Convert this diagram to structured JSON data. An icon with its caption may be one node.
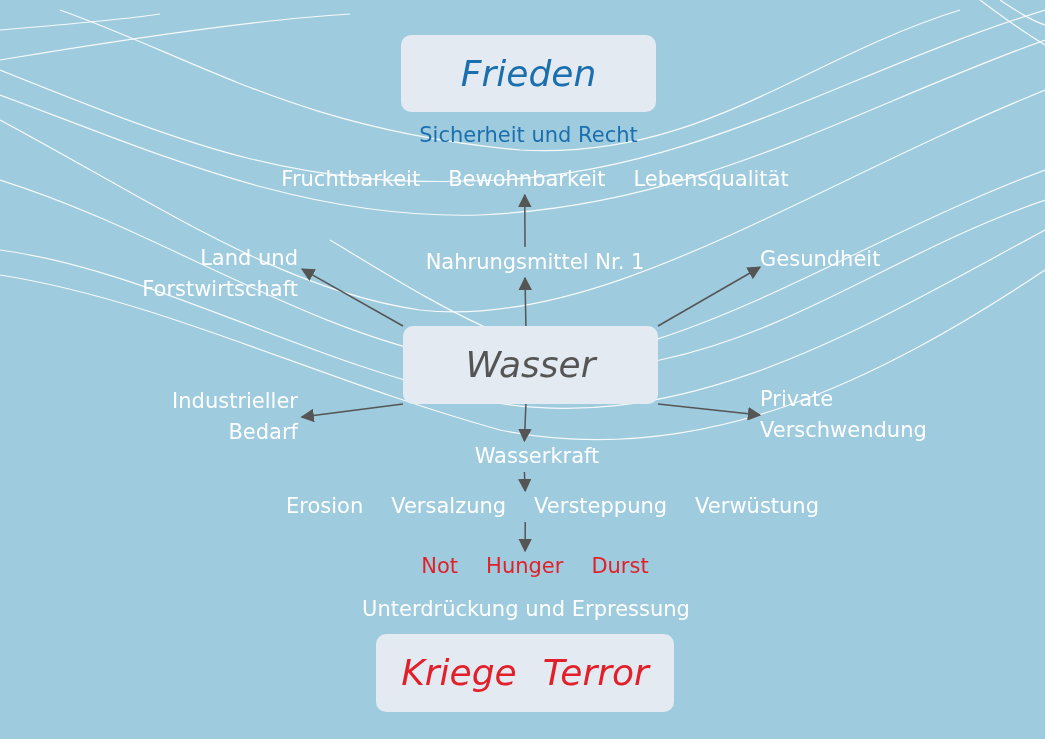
{
  "diagram": {
    "nodes": [
      {
        "text": [
          "Frieden"
        ],
        "beside": [
          "Sicherheit und Recht"
        ]
      },
      {
        "text": [
          "Fruchtbarkeit",
          "Bewohnbarkeit",
          "Lebensqualität"
        ]
      },
      {
        "text": [
          "Land und Forstwirtschaft"
        ]
      },
      {
        "text": [
          "Nahrungsmittel Nr. 1"
        ]
      },
      {
        "text": [
          "Gesundheit"
        ]
      },
      {
        "text": [
          "Wasser"
        ]
      },
      {
        "text": [
          "Industrieller Bedarf"
        ]
      },
      {
        "text": [
          "Private Verschwendung"
        ]
      },
      {
        "text": [
          "Wasserkraft"
        ]
      },
      {
        "text": [
          "Erosion",
          "Versalzung",
          "Versteppung",
          "Verwüstung"
        ]
      },
      {
        "text": [
          "Not",
          "Hunger",
          "Durst"
        ]
      },
      {
        "text": [
          "Kriege",
          "Terror"
        ],
        "beside": [
          "Unterdrückung und Erpressung"
        ]
      }
    ],
    "edges": [
      {
        "from": 5,
        "to": 2,
        "arrow": "to"
      },
      {
        "from": 5,
        "to": 3,
        "arrow": "to"
      },
      {
        "from": 3,
        "to": 1,
        "arrow": "to"
      },
      {
        "from": 5,
        "to": 4,
        "arrow": "to"
      },
      {
        "from": 5,
        "to": 6,
        "arrow": "to"
      },
      {
        "from": 5,
        "to": 7,
        "arrow": "to"
      },
      {
        "from": 5,
        "to": 8,
        "arrow": "to"
      },
      {
        "from": 8,
        "to": 9,
        "arrow": "to"
      },
      {
        "from": 9,
        "to": 10,
        "arrow": "to"
      }
    ]
  }
}
